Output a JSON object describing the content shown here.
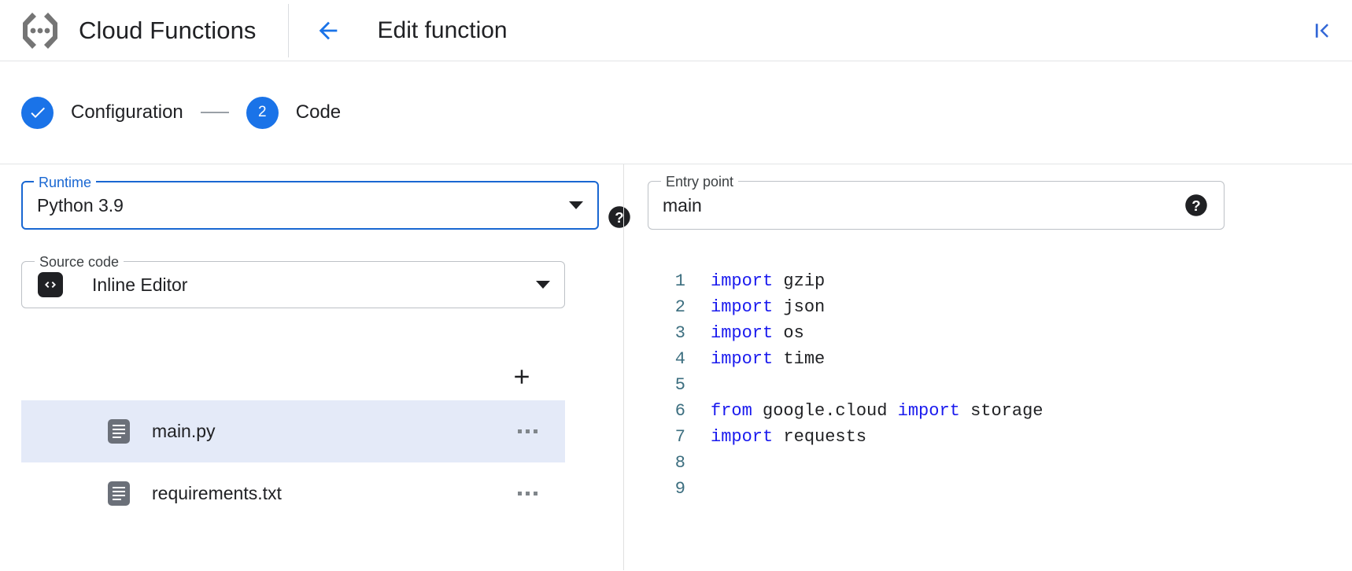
{
  "header": {
    "brand_title": "Cloud Functions",
    "brand_logo_icon": "cloud-functions-logo",
    "back_icon": "arrow-left-icon",
    "page_title": "Edit function",
    "collapse_icon": "collapse-panel-icon",
    "accent_color": "#1a73e8"
  },
  "stepper": {
    "steps": [
      {
        "label": "Configuration",
        "badge": "check",
        "state": "completed"
      },
      {
        "label": "Code",
        "badge": "2",
        "state": "active"
      }
    ]
  },
  "form": {
    "runtime": {
      "label": "Runtime",
      "value": "Python 3.9",
      "focused": true,
      "help_icon": "help-filled-icon",
      "caret_icon": "chevron-down-icon"
    },
    "entry_point": {
      "label": "Entry point",
      "value": "main",
      "placeholder": "Entry point",
      "focused": false,
      "help_icon": "help-filled-icon"
    },
    "source_code": {
      "label": "Source code",
      "value": "Inline Editor",
      "option_icon": "code-brackets-icon",
      "caret_icon": "chevron-down-icon"
    }
  },
  "files": {
    "add_button_icon": "plus-icon",
    "more_icon": "more-horizontal-icon",
    "items": [
      {
        "name": "main.py",
        "icon": "file-document-icon",
        "selected": true
      },
      {
        "name": "requirements.txt",
        "icon": "file-document-icon",
        "selected": false
      }
    ]
  },
  "editor": {
    "language": "python",
    "lines": [
      {
        "n": "1",
        "tokens": [
          {
            "t": "import",
            "k": true
          },
          {
            "t": " gzip",
            "k": false
          }
        ]
      },
      {
        "n": "2",
        "tokens": [
          {
            "t": "import",
            "k": true
          },
          {
            "t": " json",
            "k": false
          }
        ]
      },
      {
        "n": "3",
        "tokens": [
          {
            "t": "import",
            "k": true
          },
          {
            "t": " os",
            "k": false
          }
        ]
      },
      {
        "n": "4",
        "tokens": [
          {
            "t": "import",
            "k": true
          },
          {
            "t": " time",
            "k": false
          }
        ]
      },
      {
        "n": "5",
        "tokens": []
      },
      {
        "n": "6",
        "tokens": [
          {
            "t": "from",
            "k": true
          },
          {
            "t": " google.cloud ",
            "k": false
          },
          {
            "t": "import",
            "k": true
          },
          {
            "t": " storage",
            "k": false
          }
        ]
      },
      {
        "n": "7",
        "tokens": [
          {
            "t": "import",
            "k": true
          },
          {
            "t": " requests",
            "k": false
          }
        ]
      },
      {
        "n": "8",
        "tokens": []
      },
      {
        "n": "9",
        "tokens": []
      }
    ],
    "keyword_color": "#1a1aee",
    "linenum_color": "#3d6f80"
  }
}
